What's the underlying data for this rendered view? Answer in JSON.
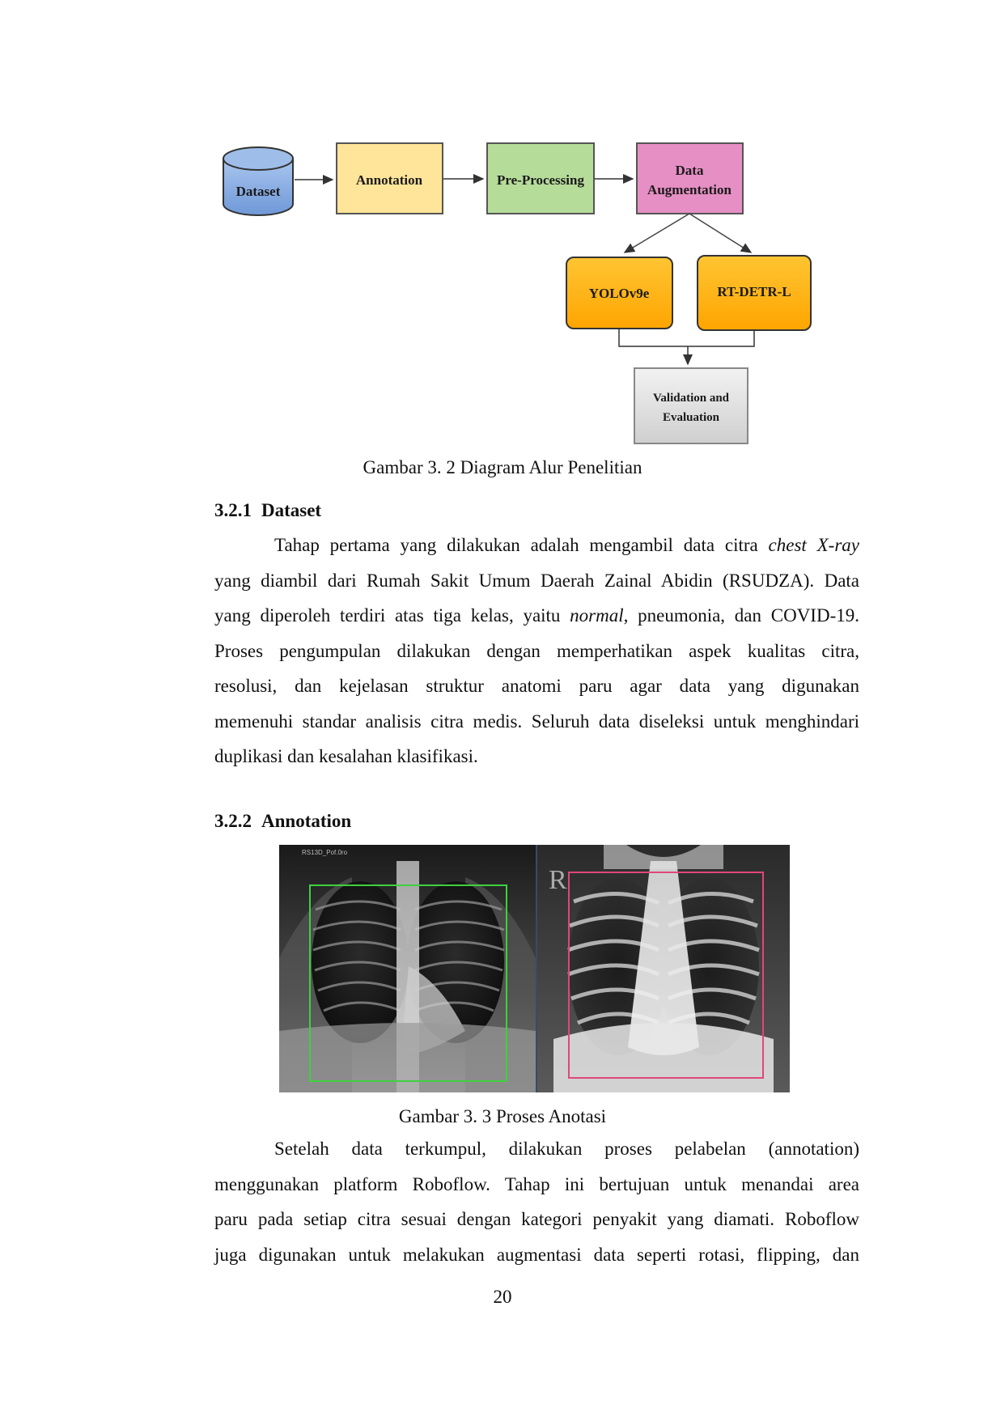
{
  "diagram": {
    "nodes": {
      "dataset": "Dataset",
      "annotation": "Annotation",
      "preprocessing": "Pre-Processing",
      "augmentation_line1": "Data",
      "augmentation_line2": "Augmentation",
      "yolo": "YOLOv9e",
      "rtdetr": "RT-DETR-L",
      "validation_line1": "Validation and",
      "validation_line2": "Evaluation"
    },
    "colors": {
      "dataset": "#7ea6e0",
      "annotation": "#ffe599",
      "preprocessing": "#b6dc9a",
      "augmentation": "#e68fc4",
      "model": "#ffb300",
      "validation": "#dcdcdc"
    }
  },
  "figure1_caption": "Gambar 3. 2 Diagram Alur Penelitian",
  "section1": {
    "number": "3.2.1",
    "title": "Dataset",
    "lines": [
      [
        "Tahap pertama yang dilakukan adalah mengambil data citra ",
        "chest X-ray",
        ""
      ],
      [
        "yang diambil dari Rumah Sakit Umum Daerah Zainal Abidin (RSUDZA). Data",
        "",
        ""
      ],
      [
        "yang diperoleh terdiri atas tiga kelas, yaitu ",
        "normal",
        ", pneumonia, dan COVID-19."
      ],
      [
        "Proses pengumpulan dilakukan dengan memperhatikan aspek kualitas citra,",
        "",
        ""
      ],
      [
        "resolusi, dan kejelasan struktur anatomi paru agar data yang digunakan",
        "",
        ""
      ],
      [
        "memenuhi standar analisis citra medis. Seluruh data diseleksi untuk menghindari",
        "",
        ""
      ],
      [
        "duplikasi dan kesalahan klasifikasi.",
        "",
        ""
      ]
    ]
  },
  "section2": {
    "number": "3.2.2",
    "title": "Annotation"
  },
  "figure2_caption": "Gambar 3. 3 Proses Anotasi",
  "xray_overlay": {
    "left_top_text": "RS13D_Pof.0ro",
    "right_marker": "R"
  },
  "paragraph2": {
    "lines": [
      "Setelah data terkumpul, dilakukan proses pelabelan (annotation)",
      "menggunakan platform Roboflow. Tahap ini bertujuan untuk menandai area",
      "paru pada setiap citra sesuai dengan kategori penyakit yang diamati. Roboflow",
      "juga digunakan untuk melakukan augmentasi data seperti rotasi, flipping, dan"
    ]
  },
  "page_number": "20"
}
